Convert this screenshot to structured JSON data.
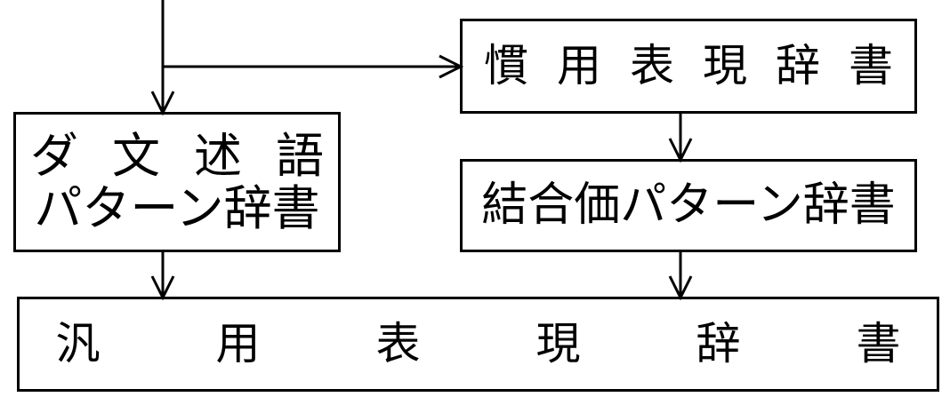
{
  "nodes": {
    "idiom_dict": "慣用表現辞書",
    "da_predicate_line1": "ダ文述語",
    "da_predicate_line2": "パターン辞書",
    "valency_dict": "結合価パターン辞書",
    "general_dict": "汎用表現辞書"
  }
}
